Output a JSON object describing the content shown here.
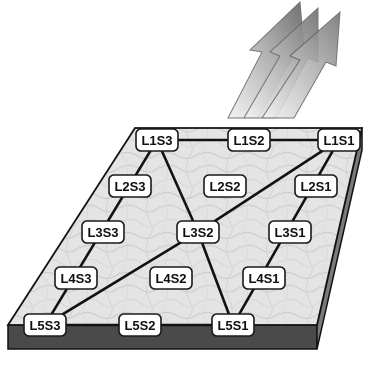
{
  "diagram": {
    "colors": {
      "platform_top": "#e2e2e2",
      "platform_front": "#4a4a4a",
      "platform_side": "#7a7a7a",
      "node_fill": "#ffffff",
      "edge": "#111111",
      "arrow_light": "#e8e8e8",
      "arrow_dark": "#8a8a8a"
    },
    "arrow_icon": "upward-arrow-icon",
    "nodes": [
      {
        "id": "L1S3",
        "label": "L1S3"
      },
      {
        "id": "L1S2",
        "label": "L1S2"
      },
      {
        "id": "L1S1",
        "label": "L1S1"
      },
      {
        "id": "L2S3",
        "label": "L2S3"
      },
      {
        "id": "L2S2",
        "label": "L2S2"
      },
      {
        "id": "L2S1",
        "label": "L2S1"
      },
      {
        "id": "L3S3",
        "label": "L3S3"
      },
      {
        "id": "L3S2",
        "label": "L3S2"
      },
      {
        "id": "L3S1",
        "label": "L3S1"
      },
      {
        "id": "L4S3",
        "label": "L4S3"
      },
      {
        "id": "L4S2",
        "label": "L4S2"
      },
      {
        "id": "L4S1",
        "label": "L4S1"
      },
      {
        "id": "L5S3",
        "label": "L5S3"
      },
      {
        "id": "L5S2",
        "label": "L5S2"
      },
      {
        "id": "L5S1",
        "label": "L5S1"
      }
    ],
    "edges": [
      [
        "L1S3",
        "L1S2"
      ],
      [
        "L1S2",
        "L1S1"
      ],
      [
        "L5S3",
        "L5S2"
      ],
      [
        "L5S2",
        "L5S1"
      ],
      [
        "L1S3",
        "L3S2"
      ],
      [
        "L3S2",
        "L5S1"
      ],
      [
        "L1S1",
        "L3S2"
      ],
      [
        "L3S2",
        "L5S3"
      ],
      [
        "L1S3",
        "L5S3"
      ],
      [
        "L1S1",
        "L5S1"
      ]
    ]
  }
}
